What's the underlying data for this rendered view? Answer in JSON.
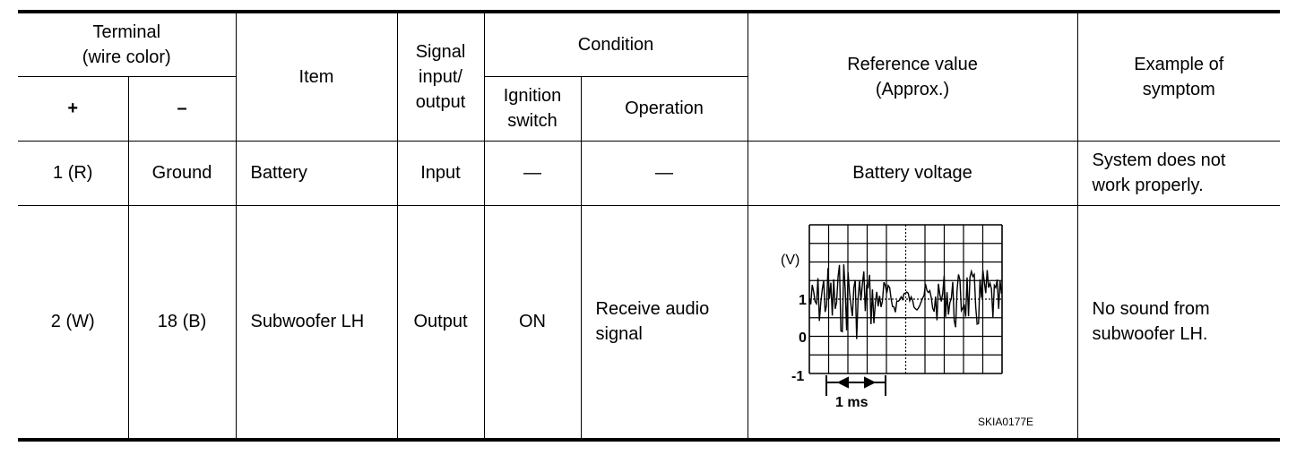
{
  "headers": {
    "terminal": "Terminal",
    "wire_color": "(wire color)",
    "plus": "+",
    "minus": "–",
    "item": "Item",
    "signal_line1": "Signal",
    "signal_line2": "input/",
    "signal_line3": "output",
    "condition": "Condition",
    "ignition_line1": "Ignition",
    "ignition_line2": "switch",
    "operation": "Operation",
    "reference_line1": "Reference value",
    "reference_line2": "(Approx.)",
    "symptom_line1": "Example of",
    "symptom_line2": "symptom"
  },
  "rows": [
    {
      "plus": "1 (R)",
      "minus": "Ground",
      "item": "Battery",
      "signal": "Input",
      "ignition": "—",
      "operation": "—",
      "reference": "Battery voltage",
      "symptom_line1": "System does not",
      "symptom_line2": "work properly."
    },
    {
      "plus": "2 (W)",
      "minus": "18 (B)",
      "item": "Subwoofer LH",
      "signal": "Output",
      "ignition": "ON",
      "operation_line1": "Receive audio",
      "operation_line2": "signal",
      "symptom_line1": "No sound from",
      "symptom_line2": "subwoofer LH."
    }
  ],
  "waveform": {
    "unit_label": "(V)",
    "y_labels": [
      "1",
      "0",
      "-1"
    ],
    "time_label": "1 ms",
    "figure_code": "SKIA0177E"
  }
}
